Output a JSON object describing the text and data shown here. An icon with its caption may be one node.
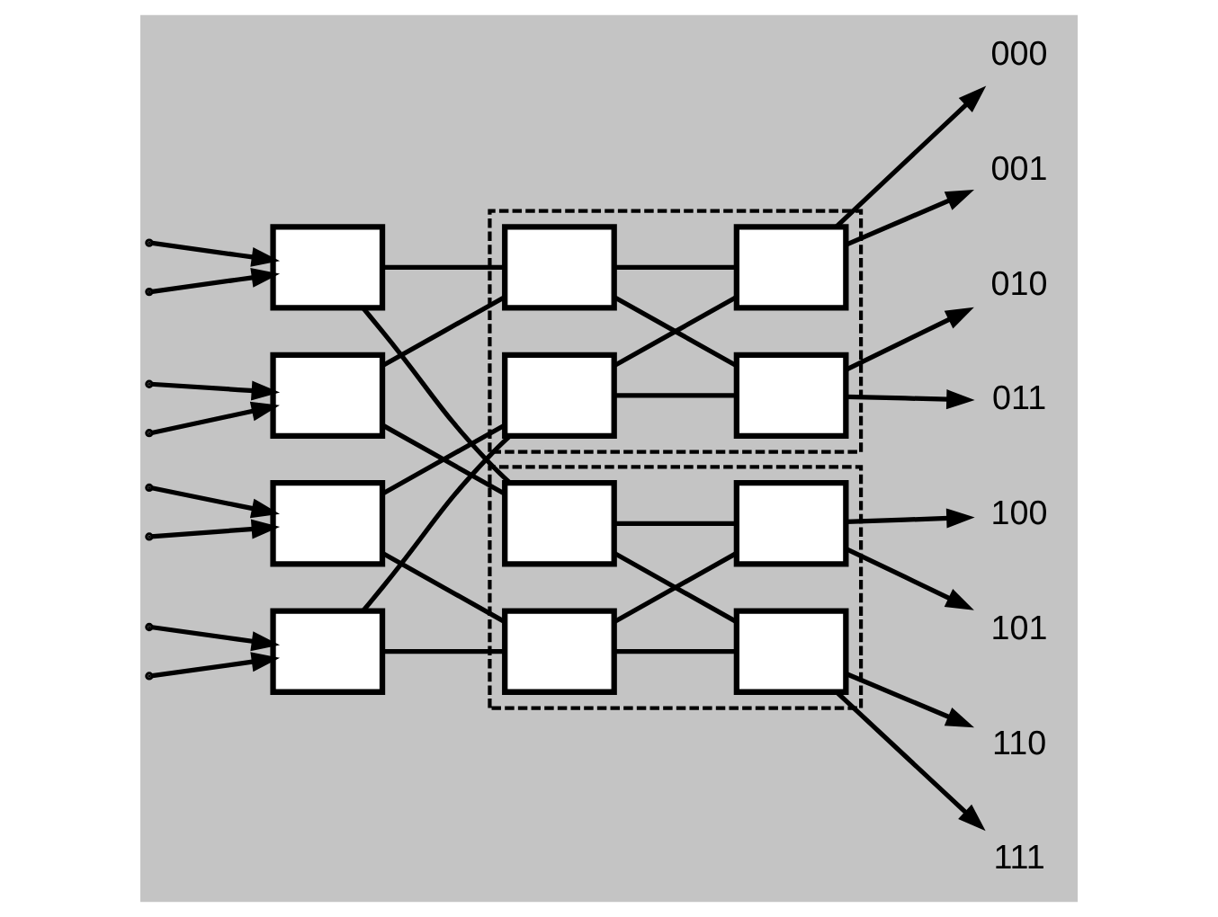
{
  "diagram": {
    "nodes": [
      {
        "text": [],
        "shape": "box"
      },
      {
        "text": [],
        "shape": "box"
      },
      {
        "text": [],
        "shape": "box"
      },
      {
        "text": [],
        "shape": "box"
      },
      {
        "text": [],
        "shape": "box"
      },
      {
        "text": [],
        "shape": "box",
        "in": 4
      },
      {
        "text": [],
        "shape": "box",
        "in": 4
      },
      {
        "text": [],
        "shape": "box",
        "in": 4
      },
      {
        "text": [],
        "shape": "box",
        "in": 4
      },
      {
        "text": [],
        "shape": "box"
      },
      {
        "text": [],
        "shape": "box",
        "in": 9
      },
      {
        "text": [],
        "shape": "box",
        "in": 9
      },
      {
        "text": [],
        "shape": "box",
        "in": 9
      },
      {
        "text": [],
        "shape": "box",
        "in": 9
      },
      {
        "text": [
          "000"
        ]
      },
      {
        "text": [
          "001"
        ]
      },
      {
        "text": [
          "010"
        ]
      },
      {
        "text": [
          "011"
        ]
      },
      {
        "text": [
          "100"
        ]
      },
      {
        "text": [
          "101"
        ]
      },
      {
        "text": [
          "110"
        ]
      },
      {
        "text": [
          "111"
        ]
      }
    ],
    "edges": [
      {
        "from": null,
        "to": 0,
        "arrow": "to"
      },
      {
        "from": null,
        "to": 0,
        "arrow": "to"
      },
      {
        "from": null,
        "to": 1,
        "arrow": "to"
      },
      {
        "from": null,
        "to": 1,
        "arrow": "to"
      },
      {
        "from": null,
        "to": 2,
        "arrow": "to"
      },
      {
        "from": null,
        "to": 2,
        "arrow": "to"
      },
      {
        "from": null,
        "to": 3,
        "arrow": "to"
      },
      {
        "from": null,
        "to": 3,
        "arrow": "to"
      },
      {
        "from": 0,
        "to": 5,
        "arrow": "none"
      },
      {
        "from": 0,
        "to": 10,
        "arrow": "none"
      },
      {
        "from": 1,
        "to": 5,
        "arrow": "none"
      },
      {
        "from": 1,
        "to": 10,
        "arrow": "none"
      },
      {
        "from": 2,
        "to": 7,
        "arrow": "none"
      },
      {
        "from": 2,
        "to": 12,
        "arrow": "none"
      },
      {
        "from": 3,
        "to": 7,
        "arrow": "none"
      },
      {
        "from": 3,
        "to": 12,
        "arrow": "none"
      },
      {
        "from": 5,
        "to": 6,
        "arrow": "none"
      },
      {
        "from": 5,
        "to": 8,
        "arrow": "none"
      },
      {
        "from": 7,
        "to": 6,
        "arrow": "none"
      },
      {
        "from": 7,
        "to": 8,
        "arrow": "none"
      },
      {
        "from": 10,
        "to": 11,
        "arrow": "none"
      },
      {
        "from": 10,
        "to": 13,
        "arrow": "none"
      },
      {
        "from": 12,
        "to": 11,
        "arrow": "none"
      },
      {
        "from": 12,
        "to": 13,
        "arrow": "none"
      },
      {
        "from": 6,
        "to": 14,
        "arrow": "to"
      },
      {
        "from": 6,
        "to": 15,
        "arrow": "to"
      },
      {
        "from": 8,
        "to": 16,
        "arrow": "to"
      },
      {
        "from": 8,
        "to": 17,
        "arrow": "to"
      },
      {
        "from": 11,
        "to": 18,
        "arrow": "to"
      },
      {
        "from": 11,
        "to": 19,
        "arrow": "to"
      },
      {
        "from": 13,
        "to": 20,
        "arrow": "to"
      },
      {
        "from": 13,
        "to": 21,
        "arrow": "to"
      }
    ]
  }
}
